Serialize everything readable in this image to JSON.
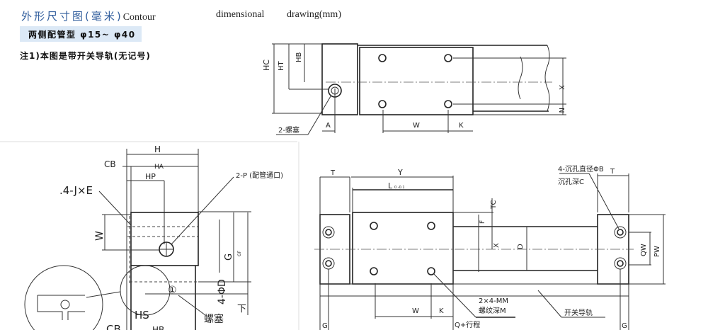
{
  "header": {
    "title_cn": "外形尺寸图(毫米)",
    "title_en_1": "Contour",
    "title_en_2": "dimensional",
    "title_en_3": "drawing(mm)",
    "subtitle": "两侧配管型 φ15~ φ40",
    "note": "注1)本图是带开关导轨(无记号)"
  },
  "top_view": {
    "labels": {
      "hc": "HC",
      "ht": "HT",
      "hb": "HB",
      "a": "A",
      "w": "W",
      "k": "K",
      "x": "X",
      "n": "N",
      "plug": "2-螺塞"
    }
  },
  "side_view": {
    "labels": {
      "h": "H",
      "cb": "CB",
      "ha": "HA",
      "hp": "HP",
      "j_e": ".4-J×E",
      "port": "2-P (配管通口)",
      "w": "W",
      "g": "G",
      "gf": "GF",
      "d": "4-ΦD",
      "down": "下",
      "circle1": "①",
      "plug": "螺塞",
      "hs": "HS",
      "cb2": "CB",
      "hb2": "HB"
    }
  },
  "front_view": {
    "labels": {
      "t_left": "T",
      "y": "Y",
      "l": "L",
      "l_tol": "0 -0.1",
      "tc": "TC",
      "f": "F",
      "x": "X",
      "d": "D",
      "counterbore": "4-沉孔直径ΦB",
      "counterbore_depth": "沉孔深C",
      "t_right": "T",
      "qw": "QW",
      "pw": "PW",
      "thread": "2×4-MM",
      "thread_depth": "螺纹深M",
      "rail": "开关导轨",
      "w": "W",
      "k": "K",
      "q": "Q+行程",
      "g_left": "G",
      "g_right": "G"
    }
  }
}
